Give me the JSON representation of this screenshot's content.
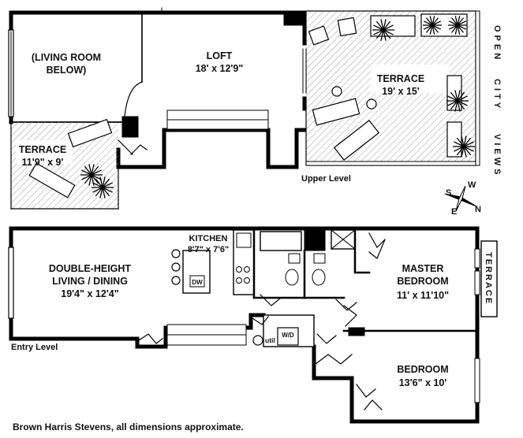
{
  "upper_level": {
    "level_label": "Upper Level",
    "living_room_below": {
      "line1": "(LIVING ROOM",
      "line2": "BELOW)"
    },
    "loft": {
      "name": "LOFT",
      "dims": "18' x 12'9\""
    },
    "terrace_main": {
      "name": "TERRACE",
      "dims": "19' x 15'"
    },
    "terrace_small": {
      "name": "TERRACE",
      "dims": "11'9\" x 9'"
    }
  },
  "entry_level": {
    "level_label": "Entry Level",
    "living_dining": {
      "line1": "DOUBLE-HEIGHT",
      "line2": "LIVING / DINING",
      "dims": "19'4\" x 12'4\""
    },
    "kitchen": {
      "name": "KITCHEN",
      "dims": "8'7\" x 7'6\""
    },
    "dishwasher": "DW",
    "utility": "util",
    "washer_dryer": "W/D",
    "master_bedroom": {
      "line1": "MASTER",
      "line2": "BEDROOM",
      "dims": "11' x 11'10\""
    },
    "bedroom": {
      "name": "BEDROOM",
      "dims": "13'6\" x 10'"
    },
    "side_terrace": "TERRACE"
  },
  "side_note": {
    "line1": "OPEN",
    "line2": "CITY",
    "line3": "VIEWS"
  },
  "compass": {
    "n": "N",
    "s": "S",
    "e": "E",
    "w": "W"
  },
  "footer": "Brown Harris Stevens, all dimensions approximate."
}
